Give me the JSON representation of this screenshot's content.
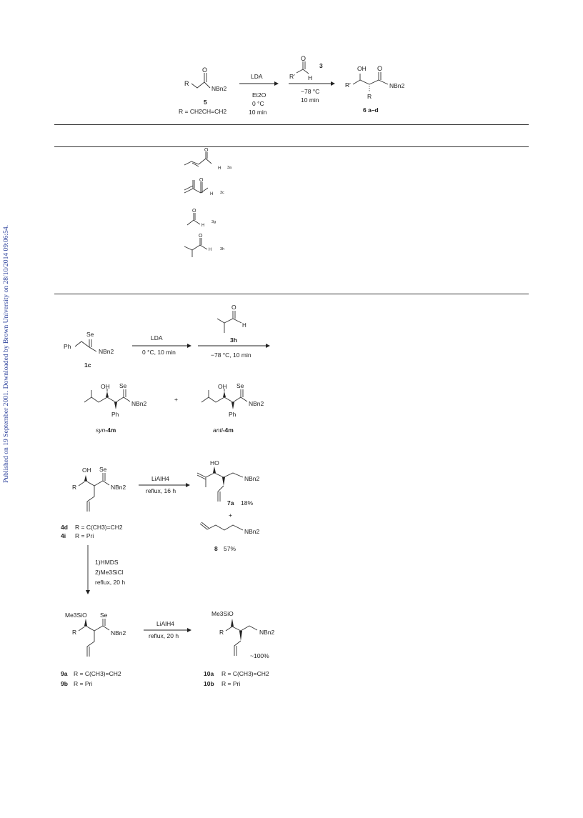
{
  "watermark": "Published on 19 September 2001. Downloaded by Brown University on 28/10/2014 09:06:54.",
  "scheme1": {
    "sm_number": "5",
    "sm_R": "R = CH2CH=CH2",
    "sm_group": "NBn2",
    "sm_Rlabel": "R",
    "arrow1": [
      "LDA",
      "Et2O",
      "0 °C",
      "10 min"
    ],
    "aldehyde_label": "3",
    "aldehyde_R": "R′",
    "aldehyde_H": "H",
    "arrow2": [
      "−78 °C",
      "10 min"
    ],
    "product_label": "6 a–d",
    "product_OH": "OH",
    "product_group": "NBn2",
    "product_R": "R",
    "product_Rp": "R′"
  },
  "table_structures": [
    {
      "label": "3a",
      "H": "H"
    },
    {
      "label": "3c",
      "H": "H"
    },
    {
      "label": "3g",
      "H": "H"
    },
    {
      "label": "3h",
      "H": "H"
    }
  ],
  "scheme2": {
    "sm_label": "1c",
    "sm_Se": "Se",
    "sm_Ph": "Ph",
    "sm_group": "NBn2",
    "arrow1": [
      "LDA",
      "0 °C, 10 min"
    ],
    "aldehyde_label": "3h",
    "aldehyde_H": "H",
    "arrow2": [
      "−78 °C, 10 min"
    ],
    "plus": "+",
    "prod1_label_prefix": "syn",
    "prod1_label_num": "-4m",
    "prod2_label_prefix": "anti",
    "prod2_label_num": "-4m",
    "OH": "OH",
    "Se": "Se",
    "Ph": "Ph",
    "group": "NBn2"
  },
  "scheme3": {
    "sm": {
      "OH": "OH",
      "Se": "Se",
      "R": "R",
      "group": "NBn2",
      "label1": "4d",
      "text1": "R = C(CH3)=CH2",
      "label2": "4i",
      "text2": "R = Pri"
    },
    "arrow1": [
      "LiAlH4",
      "reflux, 16 h"
    ],
    "p7": {
      "HO": "HO",
      "group": "NBn2",
      "label": "7a",
      "yield": "18%"
    },
    "plus": "+",
    "p8": {
      "group": "NBn2",
      "label": "8",
      "yield": "57%"
    },
    "down_arrow": [
      "1)HMDS",
      "2)Me3SiCl",
      "reflux, 20 h"
    ],
    "sm9": {
      "OTMS": "Me3SiO",
      "Se": "Se",
      "R": "R",
      "group": "NBn2",
      "label1": "9a",
      "text1": "R = C(CH3)=CH2",
      "label2": "9b",
      "text2": "R = Pri"
    },
    "arrow2": [
      "LiAlH4",
      "reflux, 20 h"
    ],
    "p10": {
      "OTMS": "Me3SiO",
      "R": "R",
      "group": "NBn2",
      "yield": "~100%",
      "label1": "10a",
      "text1": "R = C(CH3)=CH2",
      "label2": "10b",
      "text2": "R = Pri"
    }
  }
}
